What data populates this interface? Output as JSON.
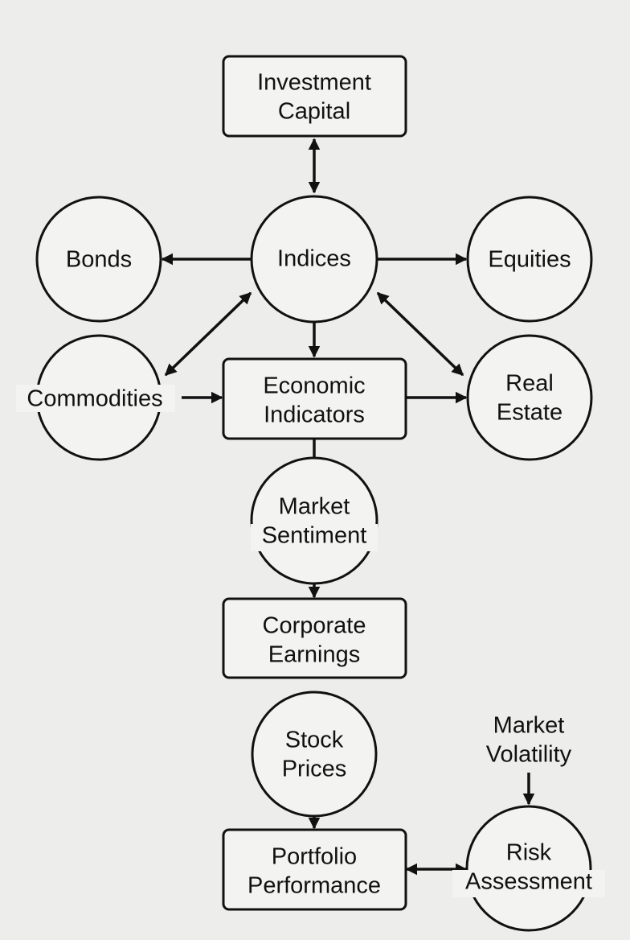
{
  "nodes": {
    "investment_capital": {
      "line1": "Investment",
      "line2": "Capital"
    },
    "indices": {
      "line1": "Indices"
    },
    "bonds": {
      "line1": "Bonds"
    },
    "equities": {
      "line1": "Equities"
    },
    "commodities": {
      "line1": "Commodities"
    },
    "economic_indicators": {
      "line1": "Economic",
      "line2": "Indicators"
    },
    "real_estate": {
      "line1": "Real",
      "line2": "Estate"
    },
    "market_sentiment": {
      "line1": "Market",
      "line2": "Sentiment"
    },
    "corporate_earnings": {
      "line1": "Corporate",
      "line2": "Earnings"
    },
    "stock_prices": {
      "line1": "Stock",
      "line2": "Prices"
    },
    "market_volatility": {
      "line1": "Market",
      "line2": "Volatility"
    },
    "portfolio_performance": {
      "line1": "Portfolio",
      "line2": "Performance"
    },
    "risk_assessment": {
      "line1": "Risk",
      "line2": "Assessment"
    }
  },
  "edges": [
    {
      "from": "investment_capital",
      "to": "indices",
      "direction": "both"
    },
    {
      "from": "indices",
      "to": "bonds",
      "direction": "forward"
    },
    {
      "from": "indices",
      "to": "equities",
      "direction": "forward"
    },
    {
      "from": "indices",
      "to": "commodities",
      "direction": "both"
    },
    {
      "from": "indices",
      "to": "economic_indicators",
      "direction": "forward"
    },
    {
      "from": "indices",
      "to": "real_estate",
      "direction": "both"
    },
    {
      "from": "commodities",
      "to": "economic_indicators",
      "direction": "forward"
    },
    {
      "from": "economic_indicators",
      "to": "real_estate",
      "direction": "forward"
    },
    {
      "from": "economic_indicators",
      "to": "market_sentiment",
      "direction": "forward"
    },
    {
      "from": "market_sentiment",
      "to": "corporate_earnings",
      "direction": "forward"
    },
    {
      "from": "stock_prices",
      "to": "portfolio_performance",
      "direction": "forward"
    },
    {
      "from": "market_volatility",
      "to": "risk_assessment",
      "direction": "forward"
    },
    {
      "from": "portfolio_performance",
      "to": "risk_assessment",
      "direction": "both"
    }
  ]
}
